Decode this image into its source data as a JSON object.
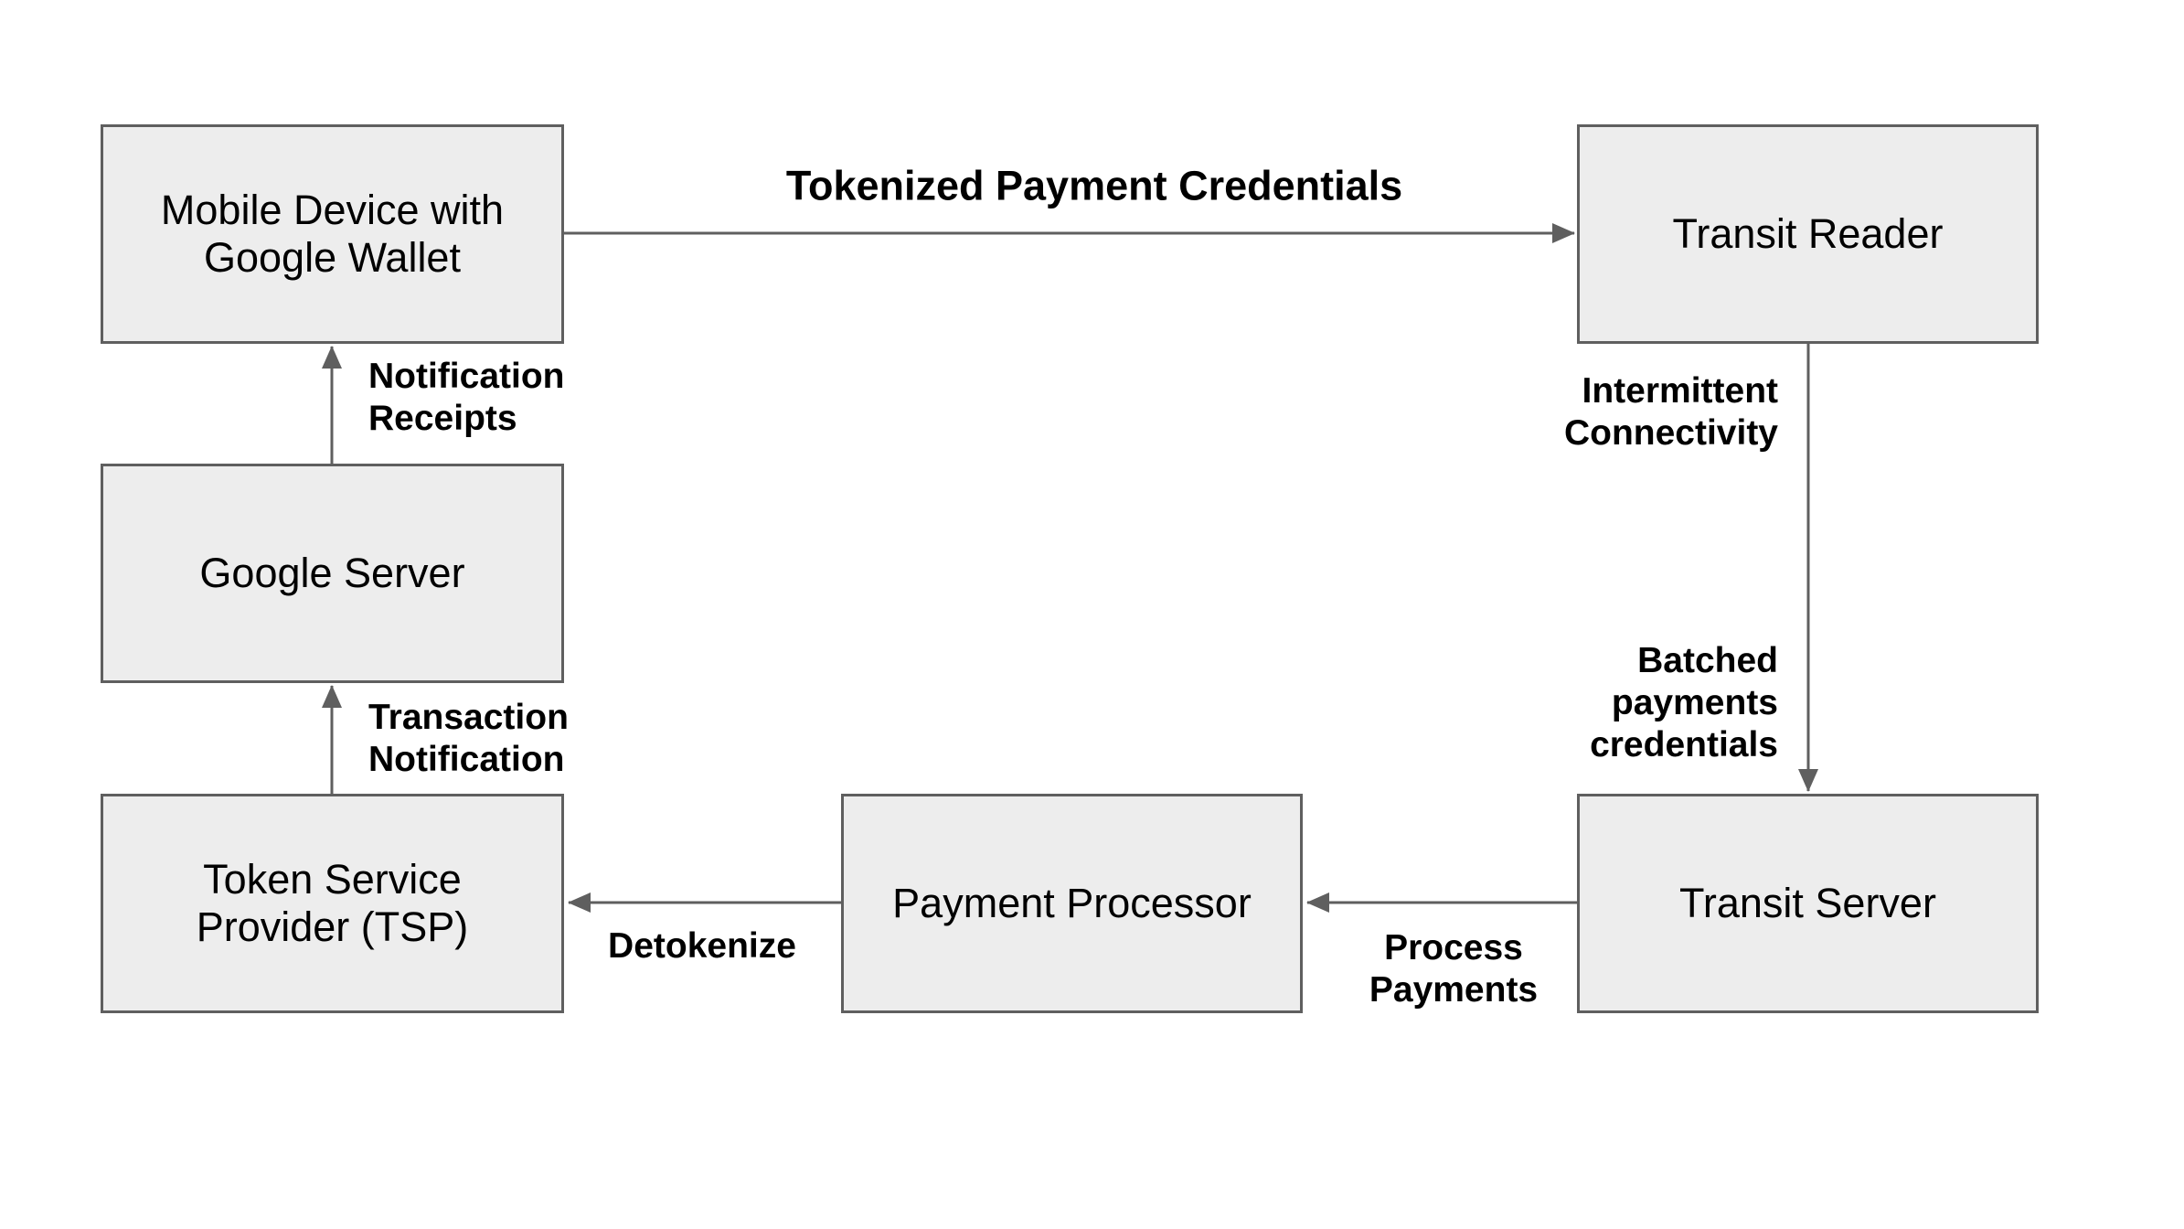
{
  "colors": {
    "background": "#ffffff",
    "box_fill": "#ededed",
    "box_border": "#5f5f5f",
    "edge": "#5f5f5f",
    "text": "#000000"
  },
  "diagram": {
    "nodes": [
      {
        "id": "mobile-device-google-wallet",
        "label": "Mobile Device with\nGoogle Wallet"
      },
      {
        "id": "transit-reader",
        "label": "Transit Reader"
      },
      {
        "id": "google-server",
        "label": "Google Server"
      },
      {
        "id": "token-service-provider",
        "label": "Token Service\nProvider (TSP)"
      },
      {
        "id": "payment-processor",
        "label": "Payment Processor"
      },
      {
        "id": "transit-server",
        "label": "Transit Server"
      }
    ],
    "edges": [
      {
        "id": "tokenized-payment-credentials",
        "label": "Tokenized Payment Credentials"
      },
      {
        "id": "intermittent-connectivity",
        "label": "Intermittent\nConnectivity"
      },
      {
        "id": "batched-payments-credentials",
        "label": "Batched\npayments\ncredentials"
      },
      {
        "id": "process-payments",
        "label": "Process\nPayments"
      },
      {
        "id": "detokenize",
        "label": "Detokenize"
      },
      {
        "id": "transaction-notification",
        "label": "Transaction\nNotification"
      },
      {
        "id": "notification-receipts",
        "label": "Notification\nReceipts"
      }
    ]
  }
}
